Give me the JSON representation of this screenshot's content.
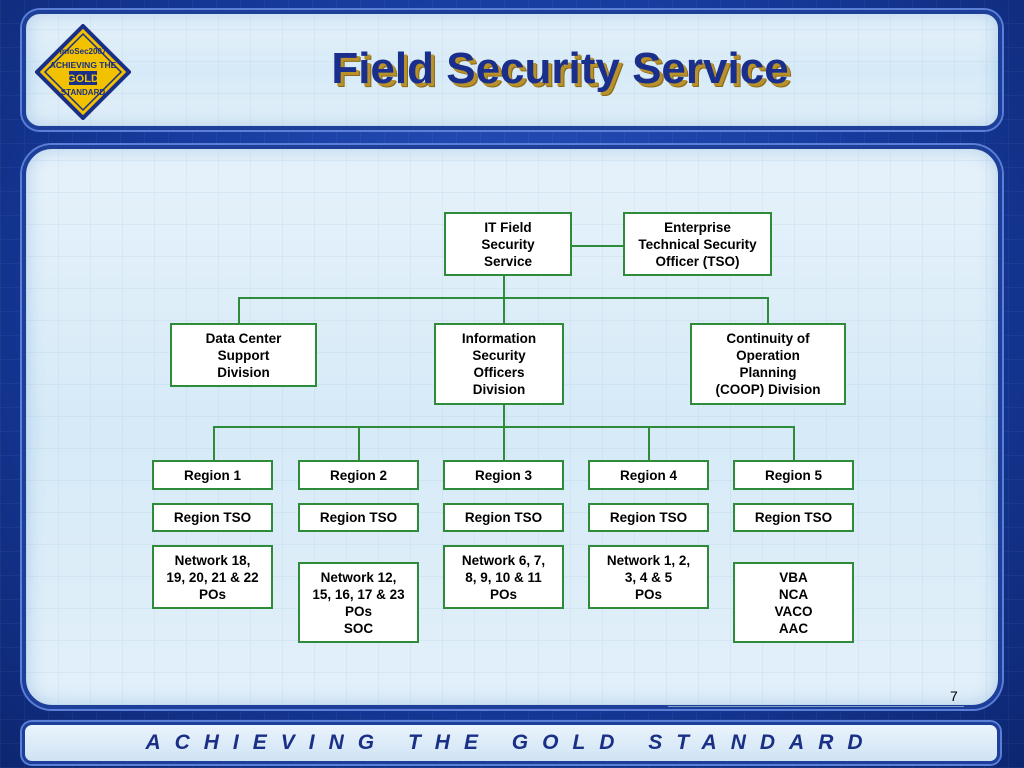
{
  "slide": {
    "title": "Field Security Service",
    "page_number": "7",
    "footer": "ACHIEVING THE GOLD STANDARD"
  },
  "logo": {
    "line1": "InfoSec2007",
    "line2": "ACHIEVING THE",
    "line3": "GOLD",
    "line4": "STANDARD",
    "gold": "#f2c200",
    "navy": "#1a2f86"
  },
  "org": {
    "top": "IT Field\nSecurity\nService",
    "enterprise": "Enterprise\nTechnical Security\nOfficer (TSO)",
    "divisions": [
      "Data Center\nSupport\nDivision",
      "Information\nSecurity\nOfficers\nDivision",
      "Continuity of\nOperation\nPlanning\n(COOP) Division"
    ],
    "regions": [
      "Region 1",
      "Region 2",
      "Region 3",
      "Region 4",
      "Region 5"
    ],
    "region_tso": [
      "Region TSO",
      "Region TSO",
      "Region TSO",
      "Region TSO",
      "Region TSO"
    ],
    "networks": [
      "Network 18,\n19, 20, 21 & 22\nPOs",
      "Network 12,\n15, 16, 17 & 23\nPOs\nSOC",
      "Network 6, 7,\n8, 9, 10 & 11\nPOs",
      "Network 1, 2,\n3, 4 & 5\nPOs",
      "VBA\nNCA\nVACO\nAAC"
    ]
  }
}
